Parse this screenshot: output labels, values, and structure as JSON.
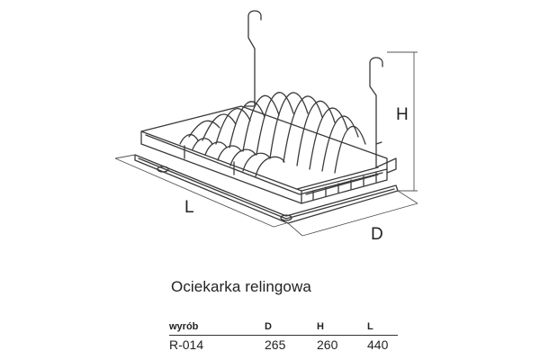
{
  "illustration": {
    "dimension_labels": {
      "height": "H",
      "length": "L",
      "depth": "D"
    }
  },
  "product": {
    "name": "Ociekarka relingowa"
  },
  "spec_table": {
    "headers": [
      "wyrób",
      "D",
      "H",
      "L"
    ],
    "rows": [
      [
        "R-014",
        "265",
        "260",
        "440"
      ]
    ]
  },
  "colors": {
    "ink": "#222222",
    "wire": "#3a3a3a",
    "background": "#ffffff"
  }
}
